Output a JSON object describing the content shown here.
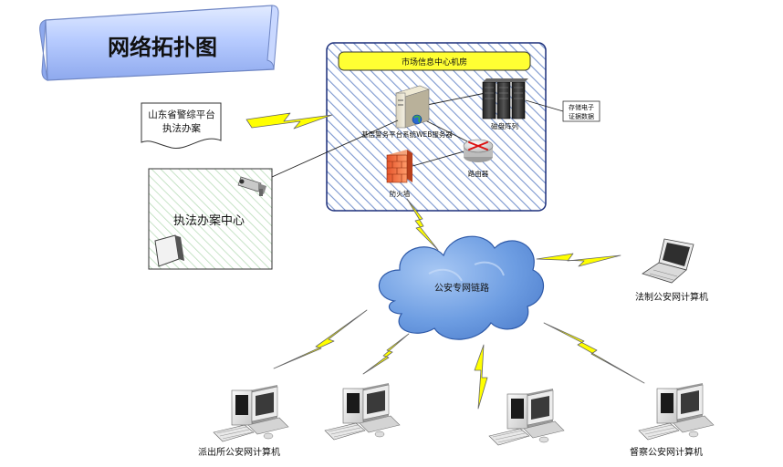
{
  "banner": {
    "title": "网络拓扑图"
  },
  "machine_room": {
    "title": "市场信息中心机房",
    "server_label": "基层警务平台系统WEB服务器",
    "storage_label": "磁盘阵列",
    "storage_note_line1": "存储电子",
    "storage_note_line2": "证据数据",
    "router_label": "路由器",
    "firewall_label": "防火墙"
  },
  "document": {
    "line1": "山东省警综平台",
    "line2": "执法办案"
  },
  "center": {
    "label": "执法办案中心"
  },
  "cloud": {
    "label": "公安专网链路"
  },
  "computers": {
    "legal": "法制公安网计算机",
    "station": "派出所公安网计算机",
    "supervision": "督察公安网计算机"
  },
  "colors": {
    "banner_fill": "#b8ccff",
    "room_border": "#1c2f7a",
    "hatch": "#6e8cc8",
    "title_bar": "#ffff33",
    "bolt": "#ffff00",
    "cloud": "#6c9ee6"
  }
}
